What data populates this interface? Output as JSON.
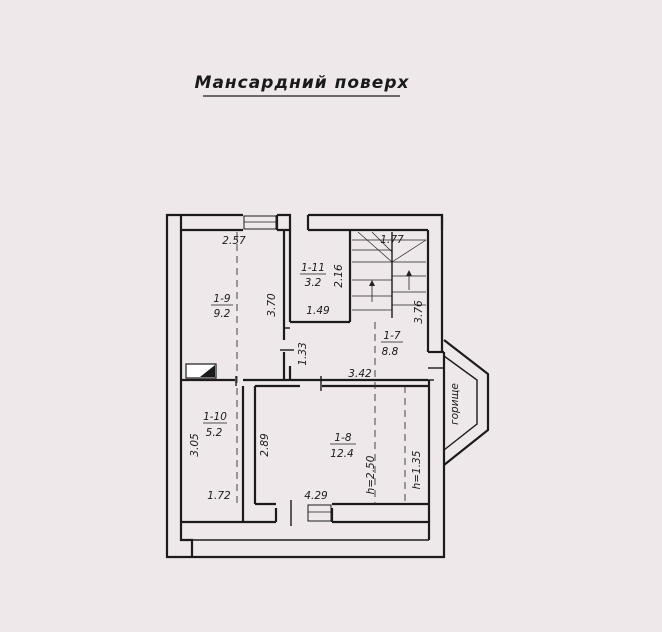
{
  "title": "Мансардний поверх",
  "rooms": [
    {
      "id": "1-9",
      "area": "9.2"
    },
    {
      "id": "1-11",
      "area": "3.2"
    },
    {
      "id": "1-7",
      "area": "8.8"
    },
    {
      "id": "1-10",
      "area": "5.2"
    },
    {
      "id": "1-8",
      "area": "12.4"
    }
  ],
  "dimensions": {
    "d_2_57": "2.57",
    "d_3_70": "3.70",
    "d_2_16": "2.16",
    "d_1_49": "1.49",
    "d_1_77": "1.77",
    "d_3_76": "3.76",
    "d_1_33": "1.33",
    "d_3_42": "3.42",
    "d_3_05": "3.05",
    "d_1_72": "1.72",
    "d_2_89": "2.89",
    "d_4_29": "4.29"
  },
  "heights": {
    "h1": "h=2.50",
    "h2": "h=1.35"
  },
  "attic_label": "горище"
}
